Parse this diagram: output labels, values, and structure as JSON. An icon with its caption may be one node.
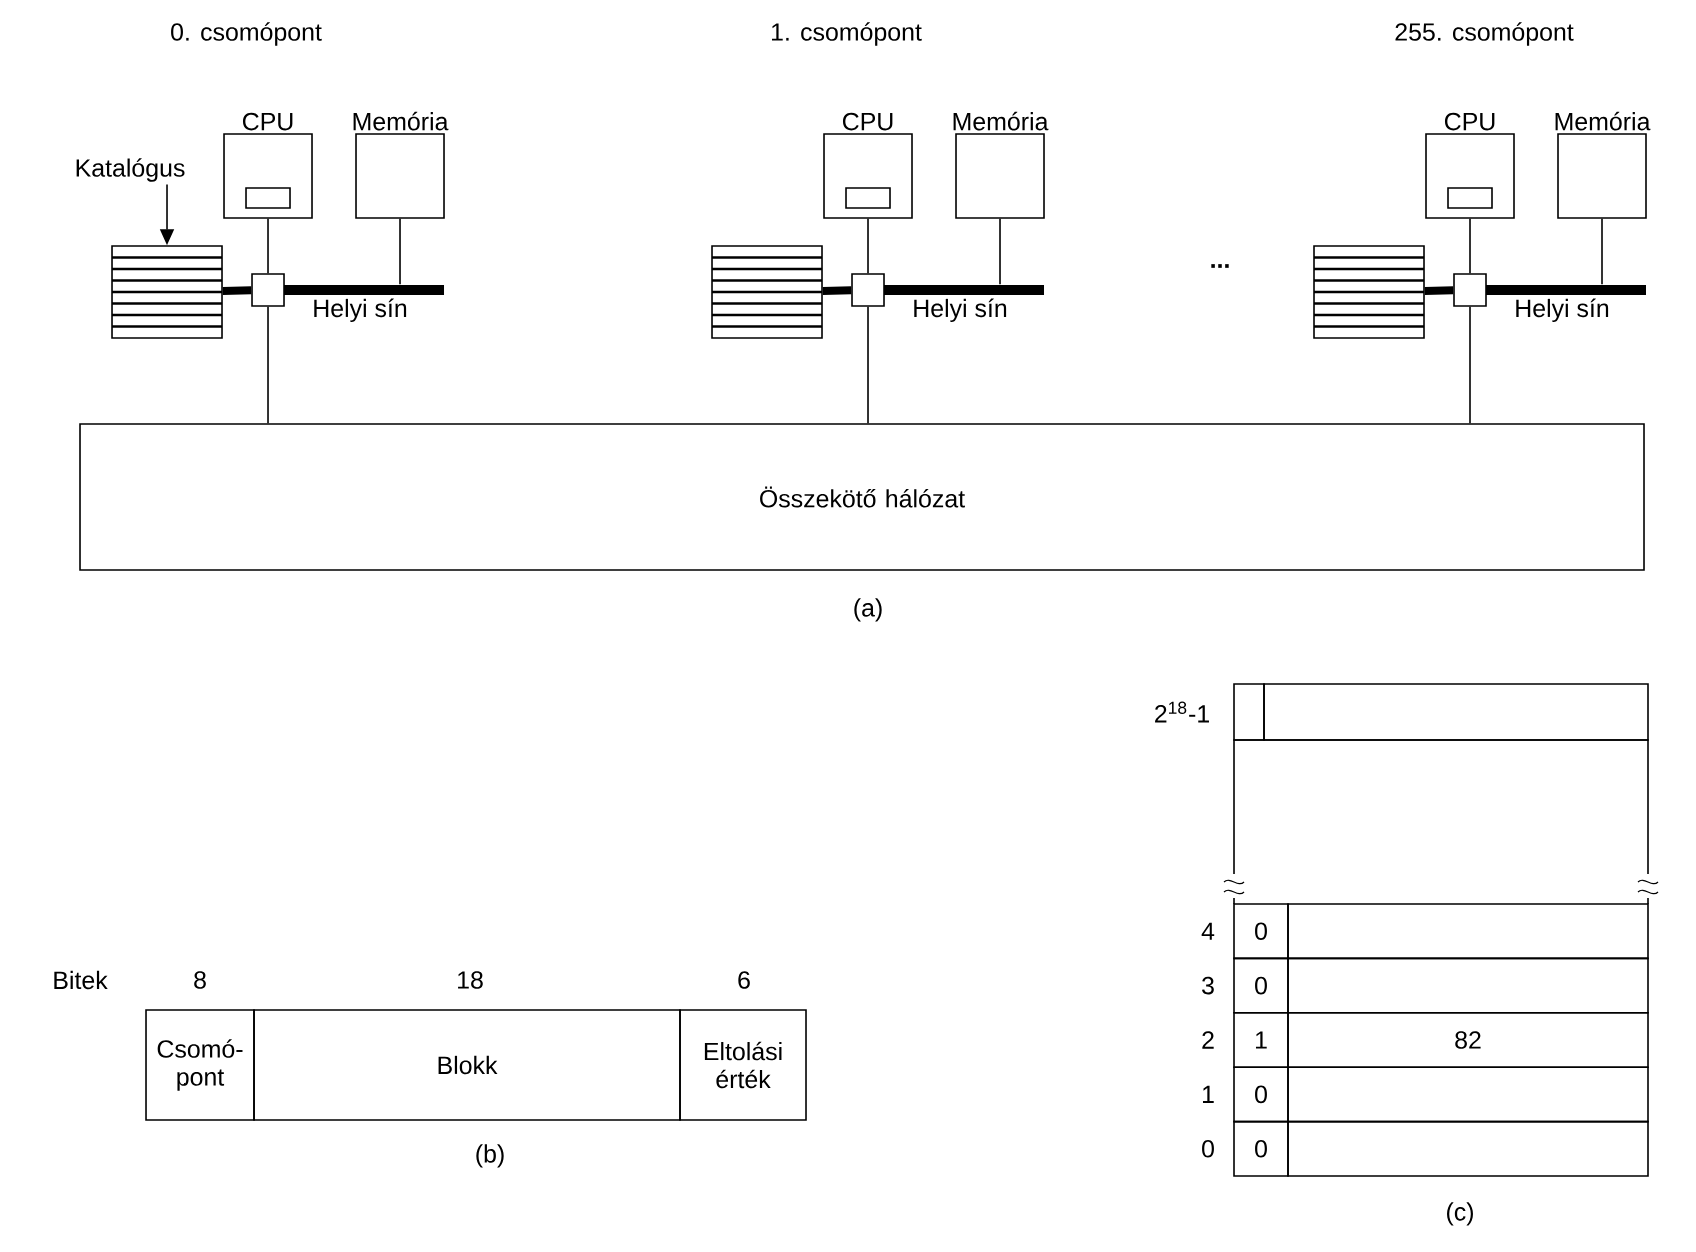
{
  "diagram": {
    "nodes": [
      {
        "text": [
          "Katalógus"
        ]
      },
      {
        "text": [],
        "shape": "box"
      },
      {
        "text": [
          "CPU"
        ]
      },
      {
        "text": [
          "Memória"
        ]
      },
      {
        "text": [],
        "shape": "box"
      },
      {
        "text": [
          "Helyi sín"
        ]
      },
      {
        "text": [],
        "shape": "box"
      },
      {
        "text": [
          "CPU"
        ]
      },
      {
        "text": [
          "Memória"
        ]
      },
      {
        "text": [],
        "shape": "box"
      },
      {
        "text": [
          "Helyi sín"
        ]
      },
      {
        "text": [],
        "shape": "box"
      },
      {
        "text": [
          "CPU"
        ]
      },
      {
        "text": [
          "Memória"
        ]
      },
      {
        "text": [],
        "shape": "box"
      },
      {
        "text": [
          "Helyi sín"
        ]
      },
      {
        "text": [
          "Összekötő hálózat"
        ]
      },
      {
        "text": [
          "Csomó- pont"
        ]
      },
      {
        "text": [
          "Blokk"
        ]
      },
      {
        "text": [
          "Eltolási érték"
        ]
      }
    ],
    "edges": [
      {
        "from": 0,
        "to": 1,
        "arrow": "to"
      },
      {
        "from": 1,
        "to": 4,
        "arrow": "none",
        "style": "thick"
      },
      {
        "from": 2,
        "to": 4,
        "arrow": "none"
      },
      {
        "from": 3,
        "to": 5,
        "arrow": "none"
      },
      {
        "from": 4,
        "to": 16,
        "arrow": "none"
      },
      {
        "from": 6,
        "to": 9,
        "arrow": "none",
        "style": "thick"
      },
      {
        "from": 7,
        "to": 9,
        "arrow": "none"
      },
      {
        "from": 8,
        "to": 10,
        "arrow": "none"
      },
      {
        "from": 9,
        "to": 16,
        "arrow": "none"
      },
      {
        "from": 11,
        "to": 14,
        "arrow": "none",
        "style": "thick"
      },
      {
        "from": 12,
        "to": 14,
        "arrow": "none"
      },
      {
        "from": 13,
        "to": 15,
        "arrow": "none"
      },
      {
        "from": 14,
        "to": 16,
        "arrow": "none"
      }
    ],
    "labels": [
      "0. csomópont",
      "1. csomópont",
      "255. csomópont",
      "...",
      "(a)",
      "Bitek",
      "8",
      "18",
      "6",
      "(b)",
      "2$^{18}$-1",
      "4",
      "0",
      "3",
      "0",
      "2",
      "1",
      "82",
      "1",
      "0",
      "0",
      "0",
      "(c)"
    ]
  }
}
